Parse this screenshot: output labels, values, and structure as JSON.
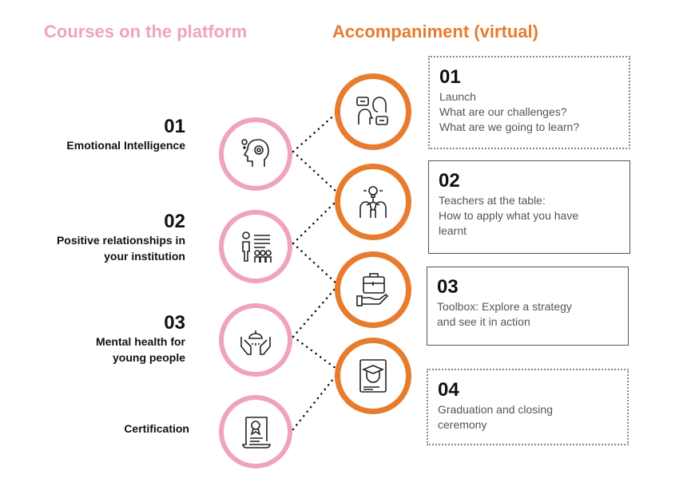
{
  "headings": {
    "courses": "Courses on the platform",
    "accompaniment": "Accompaniment (virtual)"
  },
  "courses": [
    {
      "num": "01",
      "label": "Emotional Intelligence",
      "icon": "head-gear-icon"
    },
    {
      "num": "02",
      "label": "Positive relationships in\nyour institution",
      "icon": "teacher-students-icon"
    },
    {
      "num": "03",
      "label": "Mental health for\nyoung people",
      "icon": "hands-care-icon"
    },
    {
      "num": "",
      "label": "Certification",
      "icon": "certificate-scroll-icon"
    }
  ],
  "steps": [
    {
      "num": "01",
      "text": "Launch\nWhat are our challenges?\nWhat are we going to learn?",
      "icon": "conversation-icon"
    },
    {
      "num": "02",
      "text": "Teachers at the table:\nHow to apply what you have\nlearnt",
      "icon": "idea-sharing-icon"
    },
    {
      "num": "03",
      "text": "Toolbox: Explore a strategy\nand see it in action",
      "icon": "toolbox-hand-icon"
    },
    {
      "num": "04",
      "text": "Graduation and closing\nceremony",
      "icon": "graduation-book-icon"
    }
  ],
  "colors": {
    "pink": "#f0a3bd",
    "orange": "#e77c2e"
  }
}
